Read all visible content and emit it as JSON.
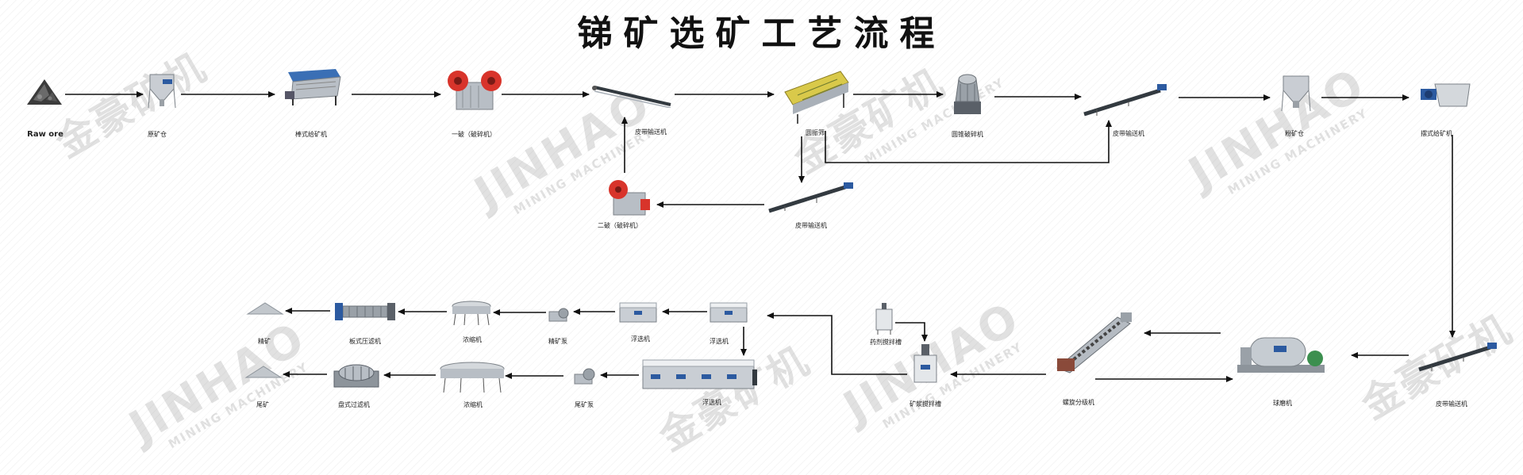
{
  "title": "锑矿选矿工艺流程",
  "watermark": {
    "brand": "JINHAO",
    "sub": "MINING MACHINERY",
    "brand_cn": "金豪矿机"
  },
  "nodes": {
    "raw_ore": "Raw ore",
    "raw_bin": "原矿仓",
    "grizzly_feeder": "棒式给矿机",
    "primary_crusher": "一破（破碎机）",
    "belt_conveyor_1": "皮带输送机",
    "vibrating_screen": "圆振筛",
    "cone_crusher": "圆锥破碎机",
    "belt_conveyor_2": "皮带输送机",
    "fine_ore_bin": "粉矿仓",
    "pendulum_feeder": "摆式给矿机",
    "secondary_crusher": "二破（破碎机）",
    "belt_conveyor_3": "皮带输送机",
    "belt_conveyor_4": "皮带输送机",
    "ball_mill": "球磨机",
    "spiral_classifier": "螺旋分级机",
    "reagent_tank": "药剂搅拌槽",
    "slurry_tank": "矿浆搅拌槽",
    "flotation_main": "浮选机",
    "flotation_cleaner_1": "浮选机",
    "flotation_cleaner_2": "浮选机",
    "concentrate_pump": "精矿泵",
    "thickener_1": "浓缩机",
    "plate_filter": "板式压滤机",
    "concentrate": "精矿",
    "tailings_pump": "尾矿泵",
    "thickener_2": "浓缩机",
    "disc_filter": "盘式过滤机",
    "tailings": "尾矿"
  },
  "colors": {
    "arrow": "#111111",
    "crusher_red": "#d8342b",
    "machine_gray": "#a9b0b8",
    "belt_dark": "#333a40",
    "accent_blue": "#2c5aa0",
    "screen_yellow": "#d9c94a"
  }
}
